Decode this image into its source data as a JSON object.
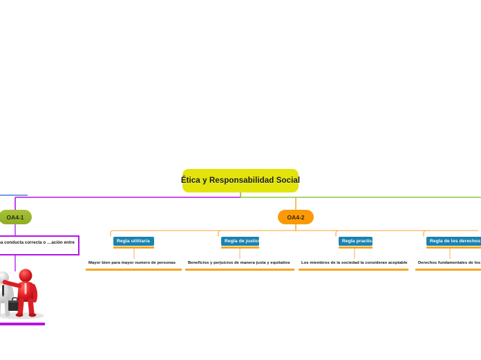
{
  "mindmap": {
    "root": {
      "label": "Ética y Responsabilidad Social",
      "color": "#e3e40b"
    },
    "branches": [
      {
        "id": "oa4-1",
        "label": "OA4-1",
        "color": "#8ead22",
        "connector_color": "#b512e8",
        "note": {
          "text": "…ción tener una conducta correcta o …ación entre los grupos.",
          "border_color": "#b512e8"
        }
      },
      {
        "id": "oa4-2",
        "label": "OA4-2",
        "color": "#fb9a06",
        "connector_color": "#8dc63f",
        "children": [
          {
            "chip": "Regla utilitaria",
            "leaf": "Mayor bien para mayor numero de personas"
          },
          {
            "chip": "Regla de justicia",
            "leaf": "Beneficios y perjuicios de manera justa y equitativa"
          },
          {
            "chip": "Regla practica",
            "leaf": "Los miembros de la sociedad la consideran aceptable"
          },
          {
            "chip": "Regla de los derechos mo",
            "leaf": "Derechos fundamentales de los"
          }
        ]
      }
    ],
    "illustration": {
      "name": "two-3d-figures-one-pointing",
      "accent_color": "#d81f26"
    },
    "palette": {
      "root": "#e3e40b",
      "green_line": "#8dc63f",
      "purple_line": "#b512e8",
      "blue_line": "#1f5fd6",
      "orange_line": "#fbc07a",
      "chip_teal": "#1b83ae",
      "underline_orange": "#f5a623"
    }
  }
}
